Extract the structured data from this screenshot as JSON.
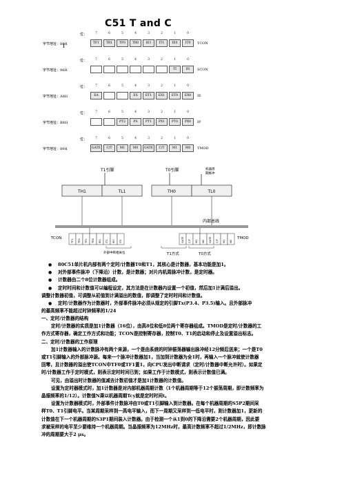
{
  "title": "C51 T and C",
  "cursor_mark": "I",
  "registers": [
    {
      "bit_label": "位：",
      "addr_label": "字节地址：88H",
      "bits": [
        "7",
        "6",
        "5",
        "4",
        "3",
        "2",
        "1",
        "0"
      ],
      "fields": [
        "TF1",
        "TR1",
        "TF0",
        "TR0",
        "IE1",
        "IT1",
        "IE0",
        "IT0"
      ],
      "name": "TCON"
    },
    {
      "bit_label": "位：",
      "addr_label": "字节地址：98H",
      "bits": [
        "7",
        "6",
        "5",
        "4",
        "3",
        "2",
        "1",
        "0"
      ],
      "fields": [
        "",
        "",
        "",
        "",
        "",
        "",
        "TI",
        "RI"
      ],
      "name": "SCON"
    },
    {
      "bit_label": "位：",
      "addr_label": "字节地址：A8H",
      "bits": [
        "7",
        "6",
        "5",
        "4",
        "3",
        "2",
        "1",
        "0"
      ],
      "fields": [
        "EA",
        "",
        "",
        "ES",
        "ET1",
        "EX1",
        "ET0",
        "EX0"
      ],
      "name": "IE"
    },
    {
      "bit_label": "位：",
      "addr_label": "字节地址：B8H",
      "bits": [
        "7",
        "6",
        "5",
        "4",
        "3",
        "2",
        "1",
        "0"
      ],
      "fields": [
        "",
        "",
        "PT2",
        "PS",
        "PT1",
        "PX1",
        "PT0",
        "PX0"
      ],
      "name": "IP"
    },
    {
      "bit_label": "位：",
      "addr_label": "字节地址：89H",
      "bits": [
        "7",
        "6",
        "5",
        "4",
        "3",
        "2",
        "1",
        "0"
      ],
      "fields": [
        "GATE",
        "C/T",
        "M1",
        "M0",
        "GATE",
        "C/T",
        "M1",
        "M0"
      ],
      "name": "TMOD"
    }
  ],
  "diagram": {
    "t1_pin": "T1引脚",
    "t0_pin": "T0引脚",
    "clock_label": "机器周期脉冲",
    "th1": "TH1",
    "tl1": "TL1",
    "th0": "TH0",
    "tl0": "TL0",
    "bus": "内部总线",
    "tcon": "TCON",
    "tmod": "TMOD",
    "tcon_bits": [
      "TF1",
      "TR1",
      "TF0",
      "TR0",
      "IE1",
      "IT1",
      "IE0",
      "IT0"
    ],
    "tmod_bits": [
      "GATE",
      "C/T",
      "M1",
      "M0",
      "GATE",
      "C/T",
      "M1",
      "M0"
    ],
    "int_related": "外部中断相关位",
    "t1_mode": "T1方式",
    "t0_mode": "T0方式"
  },
  "bullets": [
    "80C51单片机内部有两个定时/计数器T0和T1，其核心是计数器，基本功能是加1。",
    "对外部事件脉冲（下降沿）计数，是计数器；对片内机周脉冲计数，是定时器。",
    "计数器由二个8位计数器组成。",
    "定时时间和计数值可以编程设定，其方法是在计数器内设置一个初值，然后加1计满后溢出。",
    "调整计数器初值，可调整从初值到计满溢出的数值，即调整了定时时间和计数值。",
    "定时/计数器作为计数器时，外部事件脉冲必须从规定的引脚Tx(P3.4、P3.5)输入。且外部脉冲",
    "的最高频率不能超过时钟频率的1/24"
  ],
  "body": [
    "一、定时/计数器的结构",
    "定时/计数器的实质是加1计数器（16位），由高8位和低8位两个寄存器组成。TMOD是定时/计数器的工",
    "作方式寄存器，确定工作方式和功能；TCON是控制寄存器，控制T0、T1的启动和停止及设置溢出标志。",
    "二、定时/计数器的工作原理",
    "加1计数器输入的计数脉冲有两个来源，一个是由系统的时钟振荡器输出脉冲经12分频后送来；一个是T0",
    "或T1引脚输入的外部脉冲源。每来一个脉冲计数器加1，当加到计数器为全1时，再输入一个脉冲就使计数器",
    "回零，且计数器的溢出使TCON中TF0或TF1置1，向CPU发出中断请求（定时/计数器中断允许时）。如果定",
    "时/计数器工作于定时模式，则表示定时时间已到；如果工作于计数模式，则表示计数值已满。",
    "可见，由溢出时计数器的值减去计数初值才是加1计数器的计数值。",
    "设置为定时器模式时，加1计数器是对内部机器周期计数（1个机器周期等于12个振荡周期，即计数频率为",
    "晶振频率的1/12）。计数值N乘以机器周期Tcy就是定时时间t。",
    "设置为计数器模式时，外部事件计数脉冲由T0或T1引脚输入到计数器。在每个机器周期的S5P2期间采",
    "样T0、T1引脚电平。当某周期采样到一高电平输入，而下一周期又采样到一低电平时，则计数器加1，更新的",
    "计数值在下一个机器周期的S3P1期间装入计数器。由于检测一个从1到0的下降沿需要2个机器周期，因此要",
    "求被采样的电平至少要维持一个机器周期。当晶振频率为12MHz时，最高计数频率不超过1/2MHz，即计数脉",
    "冲的周期要大于2 μs。"
  ]
}
